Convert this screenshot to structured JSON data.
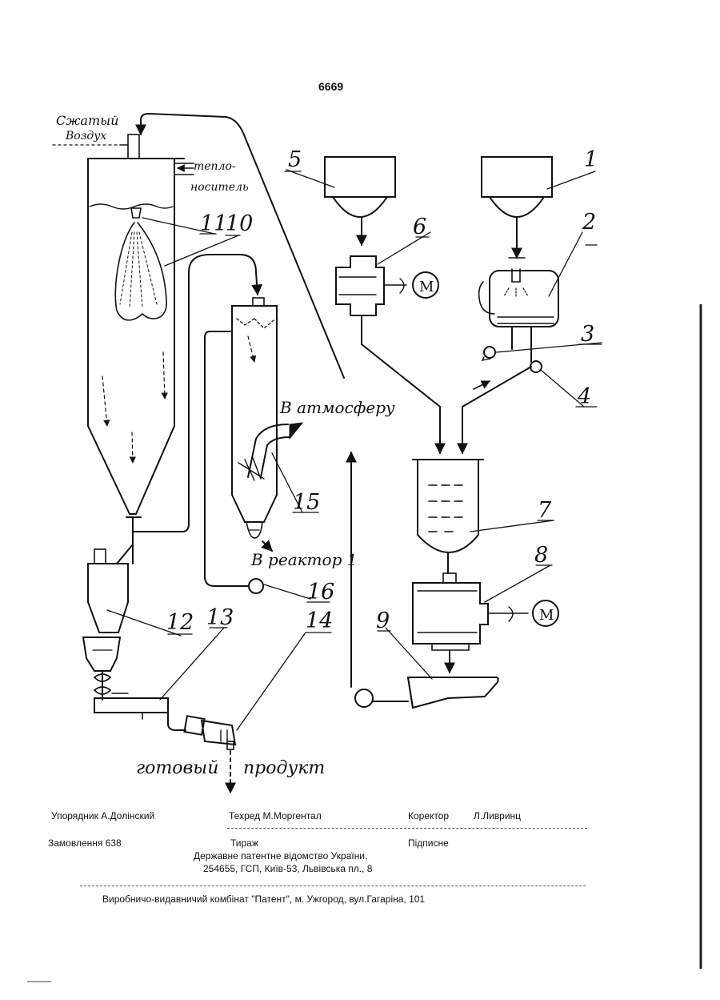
{
  "page_number": "6669",
  "labels": {
    "compressed_air_1": "Сжатый",
    "compressed_air_2": "Воздух",
    "heat_carrier_1": "теплo-",
    "heat_carrier_2": "носитель",
    "to_atmosphere": "В атмосферу",
    "to_reactor": "В реактор 1",
    "finished": "готовый",
    "product": "продукт",
    "motor": "М"
  },
  "numbers": [
    "1",
    "2",
    "3",
    "4",
    "5",
    "6",
    "7",
    "8",
    "9",
    "10",
    "11",
    "12",
    "13",
    "14",
    "15",
    "16"
  ],
  "footer": {
    "compiler": "Упорядник  А.Долінский",
    "techred": "Техред М.Моргентал",
    "corrector_label": "Коректор",
    "corrector_name": "Л.Ливринц",
    "order": "Замовлення 638",
    "circulation": "Тираж",
    "subscription": "Підписне",
    "office": "Державне патентне відомство України,",
    "address": "254655, ГСП, Київ-53, Львівська пл., 8",
    "publisher": "Виробничо-видавничий комбінат  \"Патент\", м. Ужгород, вул.Гагаріна, 101"
  }
}
